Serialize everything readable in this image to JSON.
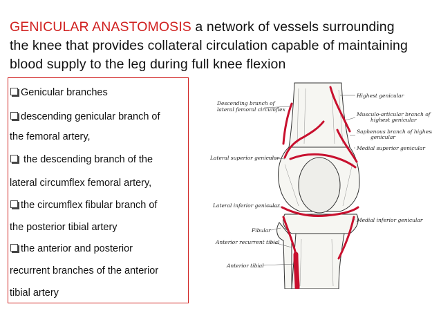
{
  "heading": {
    "title": "GENICULAR ANASTOMOSIS",
    "rest_line1": " a network of vessels surrounding",
    "line2": "the knee that provides collateral circulation capable of maintaining",
    "line3": "blood supply to the leg during full knee flexion"
  },
  "bullets": [
    {
      "lines": [
        "Genicular branches"
      ]
    },
    {
      "lines": [
        "descending genicular branch of",
        "the femoral artery,"
      ]
    },
    {
      "lines": [
        " the descending branch of the",
        "lateral circumflex femoral artery,"
      ]
    },
    {
      "lines": [
        "the circumflex fibular branch of",
        "the posterior tibial artery"
      ]
    },
    {
      "lines": [
        "the anterior and posterior",
        "recurrent branches of the anterior",
        "tibial artery"
      ]
    }
  ],
  "diagram": {
    "labels": {
      "descending_branch_1": "Descending branch of",
      "descending_branch_2": "lateral femoral circumflex",
      "highest_genicular": "Highest genicular",
      "musculo_articular_1": "Musculo-articular branch of",
      "musculo_articular_2": "highest genicular",
      "saphenous_1": "Saphenous branch of highest",
      "saphenous_2": "genicular",
      "medial_superior": "Medial superior genicular",
      "lateral_superior": "Lateral superior genicular",
      "lateral_inferior": "Lateral inferior genicular",
      "medial_inferior": "Medial inferior genicular",
      "fibular": "Fibular",
      "anterior_recurrent": "Anterior recurrent tibial",
      "anterior_tibial": "Anterior tibial"
    }
  },
  "colors": {
    "accent": "#d0201f",
    "artery": "#c8102e"
  },
  "icons": {
    "bullet": "checkbox-icon"
  }
}
